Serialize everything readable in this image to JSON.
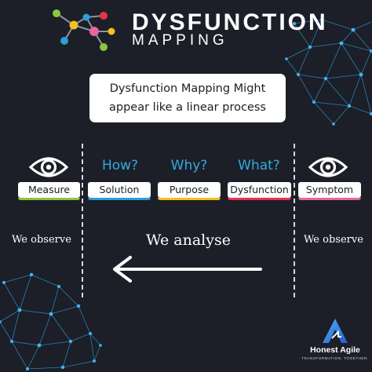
{
  "header": {
    "title_main": "DYSFUNCTION",
    "title_sub": "MAPPING"
  },
  "callout": {
    "line1": "Dysfunction Mapping Might",
    "line2": "appear like a linear process"
  },
  "questions": [
    "How?",
    "Why?",
    "What?"
  ],
  "pills": [
    {
      "label": "Measure",
      "color": "#8dc63f"
    },
    {
      "label": "Solution",
      "color": "#2a9fd8"
    },
    {
      "label": "Purpose",
      "color": "#f2c21b"
    },
    {
      "label": "Dysfunction",
      "color": "#e8334a"
    },
    {
      "label": "Symptom",
      "color": "#e8679c"
    }
  ],
  "left_caption": "We observe",
  "center_caption": "We analyse",
  "right_caption": "We observe",
  "brand": {
    "name": "Honest Agile",
    "tagline": "TRANSFORMATION. TOGETHER."
  },
  "colors": {
    "background": "#1c1f27",
    "accent_blue": "#33a9e0",
    "mesh": "#2b8fd0"
  },
  "icons": [
    "network-logo-icon",
    "eye-icon",
    "arrow-left-icon",
    "honest-agile-logo-icon"
  ]
}
